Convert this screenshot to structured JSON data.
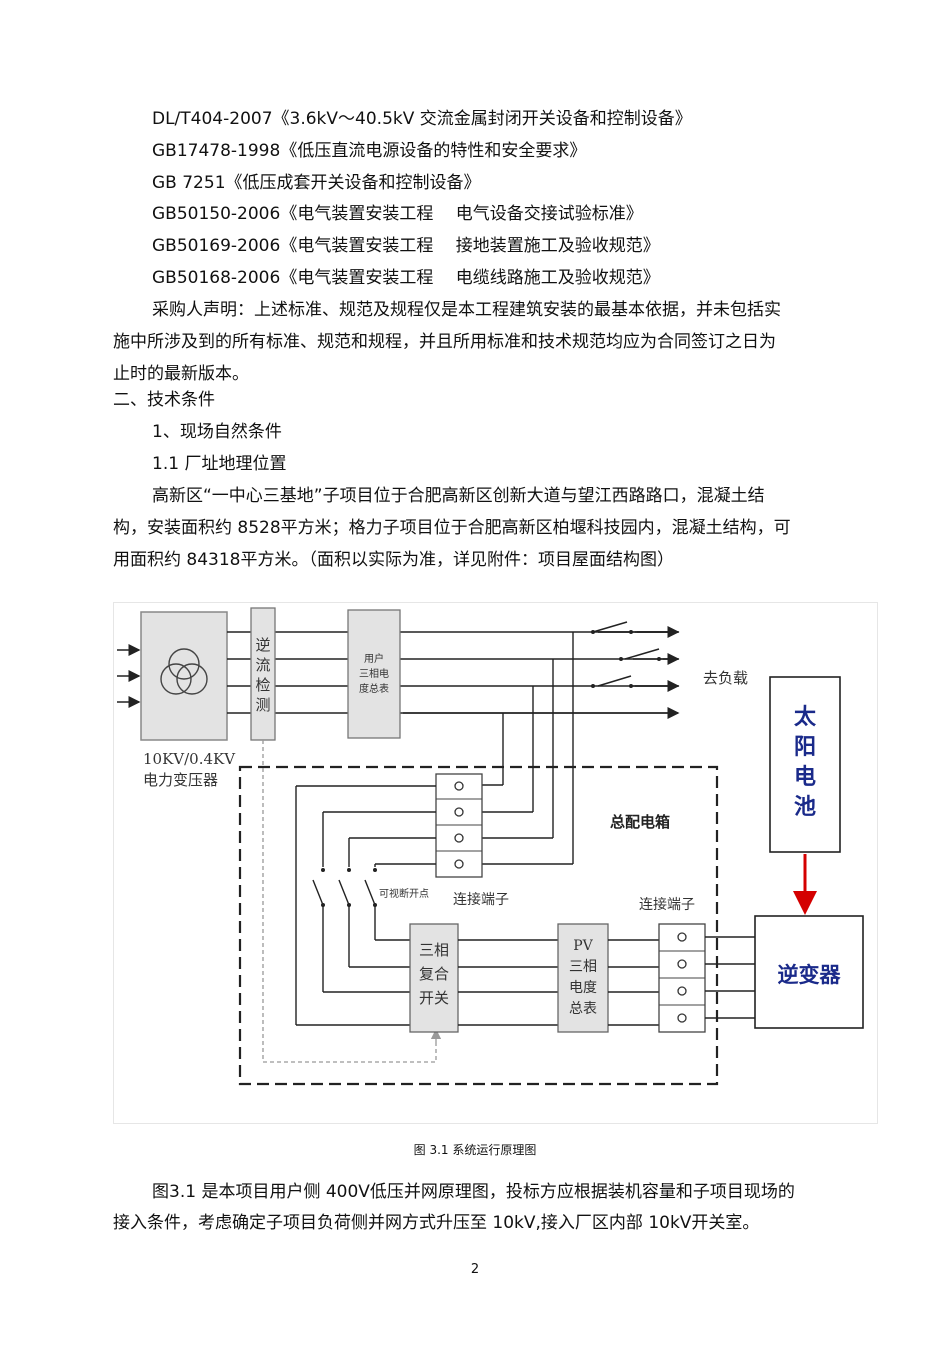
{
  "standards": [
    "DL/T404-2007《3.6kV～40.5kV 交流金属封闭开关设备和控制设备》",
    "GB17478-1998《低压直流电源设备的特性和安全要求》",
    "GB 7251《低压成套开关设备和控制设备》",
    "GB50150-2006《电气装置安装工程　 电气设备交接试验标准》",
    "GB50169-2006《电气装置安装工程　 接地装置施工及验收规范》",
    "GB50168-2006《电气装置安装工程　 电缆线路施工及验收规范》"
  ],
  "declaration": [
    "采购人声明：上述标准、规范及规程仅是本工程建筑安装的最基本依据，并未包括实",
    "施中所涉及到的所有标准、规范和规程，并且所用标准和技术规范均应为合同签订之日为",
    "止时的最新版本。"
  ],
  "section_title": "二、技术条件",
  "sub1": "1、现场自然条件",
  "sub11": "1.1 厂址地理位置",
  "location_para": [
    "高新区“一中心三基地”子项目位于合肥高新区创新大道与望江西路路口，混凝土结",
    "构，安装面积约  8528平方米；格力子项目位于合肥高新区柏堰科技园内，混凝土结构，可",
    "用面积约 84318平方米。（面积以实际为准，详见附件：项目屋面结构图）"
  ],
  "diagram": {
    "transformer_label_1": "10KV/0.4KV",
    "transformer_label_2": "电力变压器",
    "backflow_box": [
      "逆",
      "流",
      "检",
      "测"
    ],
    "user_meter_box": [
      "用户",
      "三相电",
      "度总表"
    ],
    "to_load": "去负载",
    "solar": [
      "太",
      "阳",
      "电",
      "池"
    ],
    "inverter": "逆变器",
    "main_box": "总配电箱",
    "terminal_label_top": "连接端子",
    "breakpoint_label": "可视断开点",
    "terminal_label_right": "连接端子",
    "switch_box": [
      "三相",
      "复合",
      "开关"
    ],
    "pv_meter_box": [
      "PV",
      "三相",
      "电度",
      "总表"
    ]
  },
  "caption": "图  3.1    系统运行原理图",
  "after_para": [
    "图3.1 是本项目用户侧  400V低压并网原理图，投标方应根据装机容量和子项目现场的",
    "接入条件，考虑确定子项目负荷侧并网方式升压至      10kV,接入厂区内部  10kV开关室。"
  ],
  "page_number": "2"
}
